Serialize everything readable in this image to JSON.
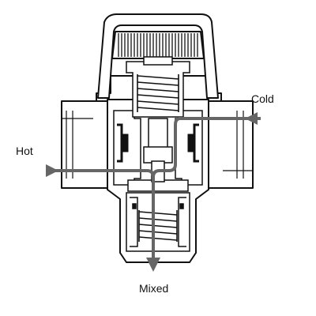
{
  "labels": {
    "hot": "Hot",
    "cold": "Cold",
    "mixed": "Mixed"
  },
  "colors": {
    "line": "#111111",
    "flow": "#666666",
    "background": "#ffffff"
  }
}
